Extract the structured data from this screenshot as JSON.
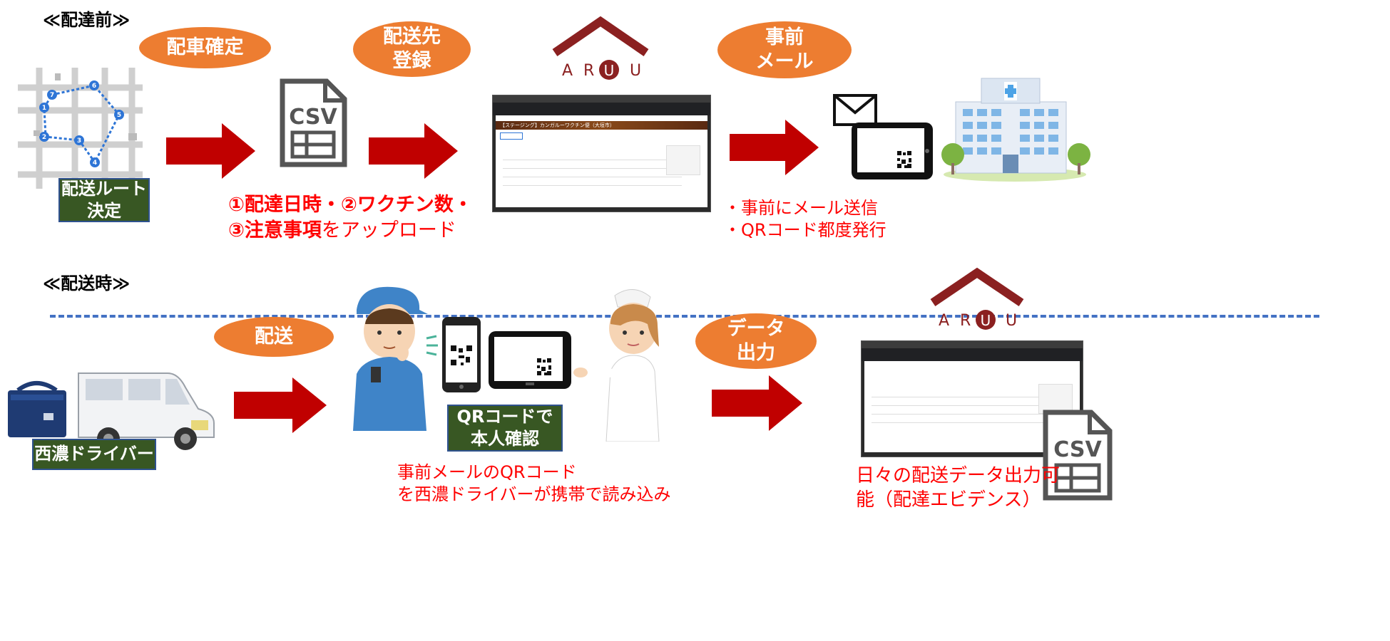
{
  "sections": {
    "before": "≪配達前≫",
    "during": "≪配送時≫"
  },
  "top": {
    "ellipses": {
      "dispatch": "配車確定",
      "register": "配送先\n登録",
      "email": "事前\nメール"
    },
    "route_label": "配送ルート\n決定",
    "csv_label": "CSV",
    "upload_text": {
      "line1_a": "①配達日時・②ワクチン数・",
      "line2_a": "③注意事項",
      "line2_b": "をアップロード"
    },
    "email_notes": {
      "line1": "・事前にメール送信",
      "line2": "・QRコード都度発行"
    },
    "aruu_logo": "ARUU",
    "route_numbers": [
      "1",
      "2",
      "3",
      "4",
      "5",
      "6",
      "7"
    ]
  },
  "bottom": {
    "ellipses": {
      "delivery": "配送",
      "export": "データ\n出力"
    },
    "driver_label": "西濃ドライバー",
    "qr_label": "QRコードで\n本人確認",
    "qr_note": {
      "line1": "事前メールのQRコード",
      "line2": "を西濃ドライバーが携帯で読み込み"
    },
    "export_note": {
      "line1": "日々の配送データ出力可",
      "line2": "能（配達エビデンス）"
    },
    "csv_label": "CSV",
    "aruu_logo": "ARUU"
  },
  "screen_title": "【ステージング】カンガルーワクチン便（大垣市）",
  "colors": {
    "ellipse": "#ED7D31",
    "green_box": "#385723",
    "arrow": "#C00000",
    "red_text": "#FF0000",
    "divider": "#4472C4",
    "roof": "#8B2020"
  }
}
